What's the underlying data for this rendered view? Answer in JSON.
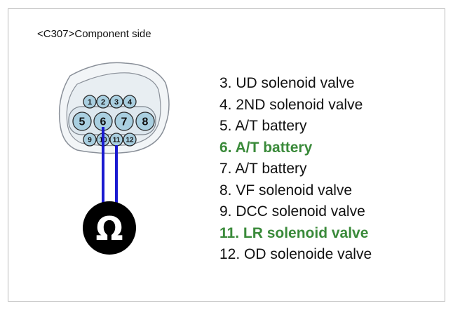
{
  "caption": "<C307>Component side",
  "connector": {
    "top_pins": [
      "1",
      "2",
      "3",
      "4"
    ],
    "middle_pins": [
      "5",
      "6",
      "7",
      "8"
    ],
    "bottom_pins": [
      "9",
      "10",
      "11",
      "12"
    ],
    "probed_pins": [
      "6",
      "11"
    ]
  },
  "meter": {
    "symbol": "Ω"
  },
  "pins": [
    {
      "text": "3. UD solenoid valve",
      "highlight": false
    },
    {
      "text": "4. 2ND solenoid valve",
      "highlight": false
    },
    {
      "text": "5. A/T battery",
      "highlight": false
    },
    {
      "text": "6. A/T battery",
      "highlight": true
    },
    {
      "text": "7. A/T battery",
      "highlight": false
    },
    {
      "text": "8. VF solenoid valve",
      "highlight": false
    },
    {
      "text": "9. DCC solenoid valve",
      "highlight": false
    },
    {
      "text": "11. LR solenoid valve",
      "highlight": true
    },
    {
      "text": "12. OD solenoide valve",
      "highlight": false
    }
  ],
  "colors": {
    "highlight": "#3a8a3a",
    "wire": "#1a1ad0",
    "pin_fill": "#a9cfe0",
    "connector_body": "#eef3f6",
    "meter_fill": "#000000"
  }
}
